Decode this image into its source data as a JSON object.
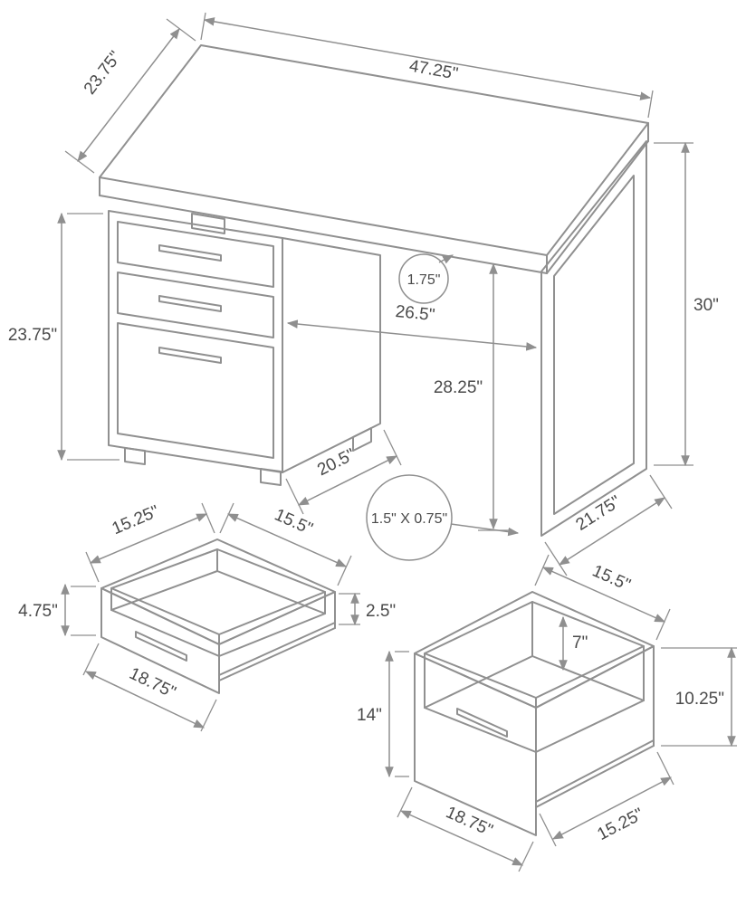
{
  "diagram": {
    "name": "computer-desk-dimension-diagram",
    "colors": {
      "line": "#8f8f8f",
      "text": "#4a4a4a",
      "background": "#ffffff"
    },
    "desk": {
      "top_depth": "23.75\"",
      "top_width": "47.25\"",
      "overall_height": "30\"",
      "cabinet_height": "23.75\"",
      "top_thickness": "1.75\"",
      "knee_width": "26.5\"",
      "clearance_height": "28.25\"",
      "cabinet_depth": "20.5\"",
      "leg_profile": "1.5\" X 0.75\"",
      "leg_depth": "21.75\""
    },
    "small_drawer": {
      "top_left_depth": "15.25\"",
      "top_right_width": "15.5\"",
      "front_height": "4.75\"",
      "side_height": "2.5\"",
      "front_width": "18.75\""
    },
    "file_drawer": {
      "top_right_width": "15.5\"",
      "inner_depth": "7\"",
      "front_height": "14\"",
      "side_height": "10.25\"",
      "front_width": "18.75\"",
      "bottom_depth": "15.25\""
    }
  }
}
